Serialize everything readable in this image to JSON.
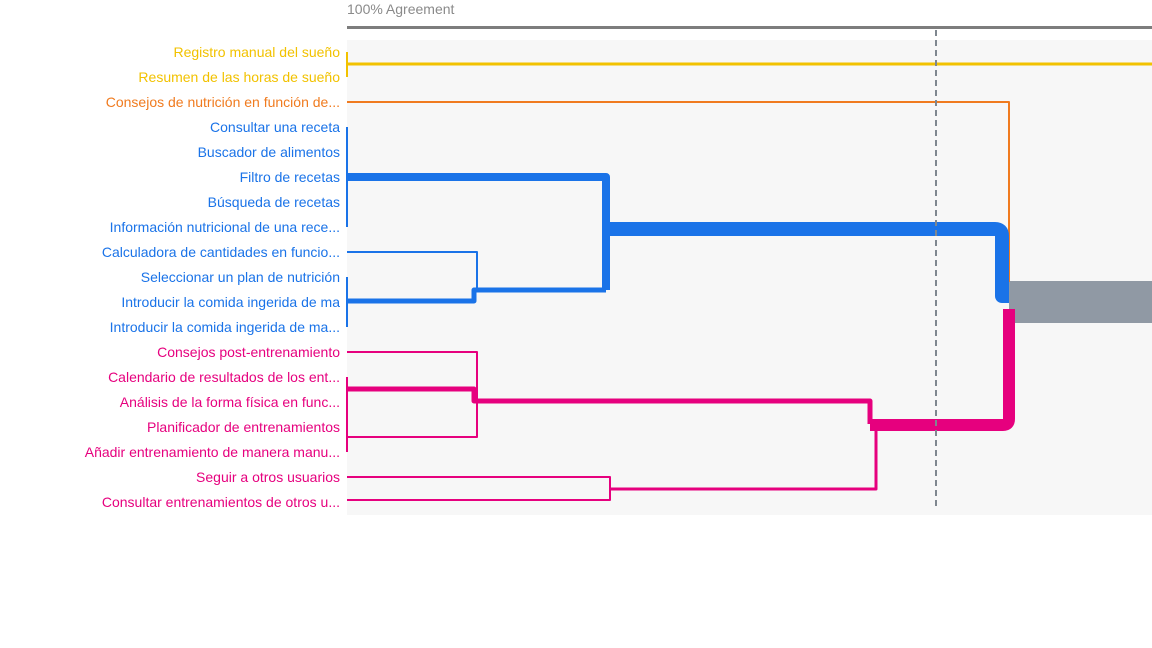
{
  "axis": {
    "label": "100% Agreement"
  },
  "colors": {
    "yellow": "#f2c200",
    "orange": "#f07b1f",
    "blue": "#1a73e8",
    "pink": "#e6007e",
    "gray": "#9099a4",
    "dash": "#7f878f"
  },
  "items": [
    {
      "label": "Registro manual del sueño",
      "group": "yellow"
    },
    {
      "label": "Resumen de las horas de sueño",
      "group": "yellow"
    },
    {
      "label": "Consejos de nutrición en función de...",
      "group": "orange"
    },
    {
      "label": "Consultar una receta",
      "group": "blue"
    },
    {
      "label": "Buscador de alimentos",
      "group": "blue"
    },
    {
      "label": "Filtro de recetas",
      "group": "blue"
    },
    {
      "label": "Búsqueda de recetas",
      "group": "blue"
    },
    {
      "label": "Información nutricional de una rece...",
      "group": "blue"
    },
    {
      "label": "Calculadora de cantidades en funcio...",
      "group": "blue"
    },
    {
      "label": "Seleccionar un plan de nutrición",
      "group": "blue"
    },
    {
      "label": "Introducir la comida ingerida de ma",
      "group": "blue"
    },
    {
      "label": "Introducir la comida ingerida de ma...",
      "group": "blue"
    },
    {
      "label": "Consejos post-entrenamiento",
      "group": "pink"
    },
    {
      "label": "Calendario de resultados de los ent...",
      "group": "pink"
    },
    {
      "label": "Análisis de la forma física en func...",
      "group": "pink"
    },
    {
      "label": "Planificador de entrenamientos",
      "group": "pink"
    },
    {
      "label": "Añadir entrenamiento de manera manu...",
      "group": "pink"
    },
    {
      "label": "Seguir a otros usuarios",
      "group": "pink"
    },
    {
      "label": "Consultar entrenamientos de otros u...",
      "group": "pink"
    }
  ]
}
